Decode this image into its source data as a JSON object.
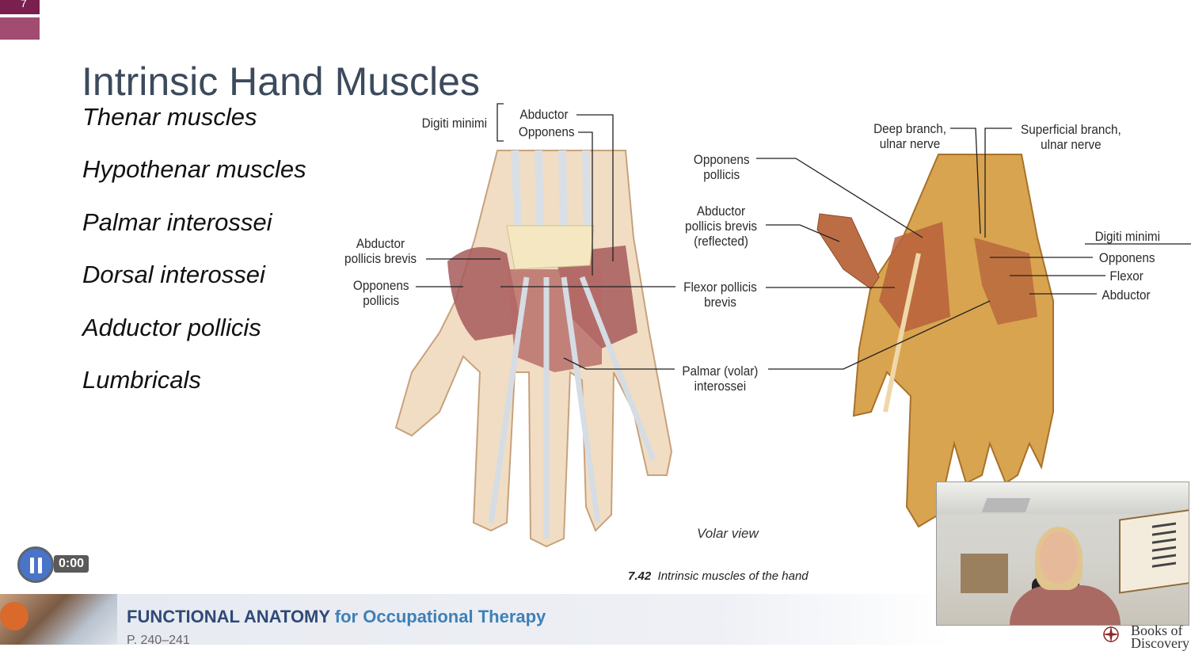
{
  "slide": {
    "number": "7",
    "title": "Intrinsic Hand Muscles",
    "topics": [
      "Thenar muscles",
      "Hypothenar muscles",
      "Palmar interossei",
      "Dorsal interossei",
      "Adductor pollicis",
      "Lumbricals"
    ]
  },
  "figure": {
    "labels": {
      "digiti_minimi": "Digiti minimi",
      "abductor": "Abductor",
      "opponens": "Opponens",
      "abductor_pollicis_brevis_line1": "Abductor",
      "abductor_pollicis_brevis_line2": "pollicis brevis",
      "opponens_pollicis_line1": "Opponens",
      "opponens_pollicis_line2": "pollicis",
      "opponens_pollicis_r_line1": "Opponens",
      "opponens_pollicis_r_line2": "pollicis",
      "apb_reflected_line1": "Abductor",
      "apb_reflected_line2": "pollicis brevis",
      "apb_reflected_line3": "(reflected)",
      "flexor_pollicis_brevis_line1": "Flexor pollicis",
      "flexor_pollicis_brevis_line2": "brevis",
      "palmar_interossei_line1": "Palmar (volar)",
      "palmar_interossei_line2": "interossei",
      "deep_branch_line1": "Deep branch,",
      "deep_branch_line2": "ulnar nerve",
      "superficial_branch_line1": "Superficial branch,",
      "superficial_branch_line2": "ulnar nerve",
      "digiti_minimi_r": "Digiti minimi",
      "opponens_r": "Opponens",
      "flexor_r": "Flexor",
      "abductor_r": "Abductor"
    },
    "view_caption": "Volar view",
    "caption_number": "7.42",
    "caption_text": "Intrinsic muscles of the hand"
  },
  "player": {
    "state": "playing",
    "time": "0:00"
  },
  "footer": {
    "title_main": "FUNCTIONAL ANATOMY",
    "title_sub": "for Occupational Therapy",
    "page_ref": "P. 240–241"
  },
  "logo": {
    "line1": "Books of",
    "line2": "Discovery"
  },
  "colors": {
    "title": "#3c4a5c",
    "accent": "#7a1f4e",
    "footer_main": "#2f4a78",
    "footer_sub": "#3e80b8",
    "player": "#4a74c8"
  }
}
